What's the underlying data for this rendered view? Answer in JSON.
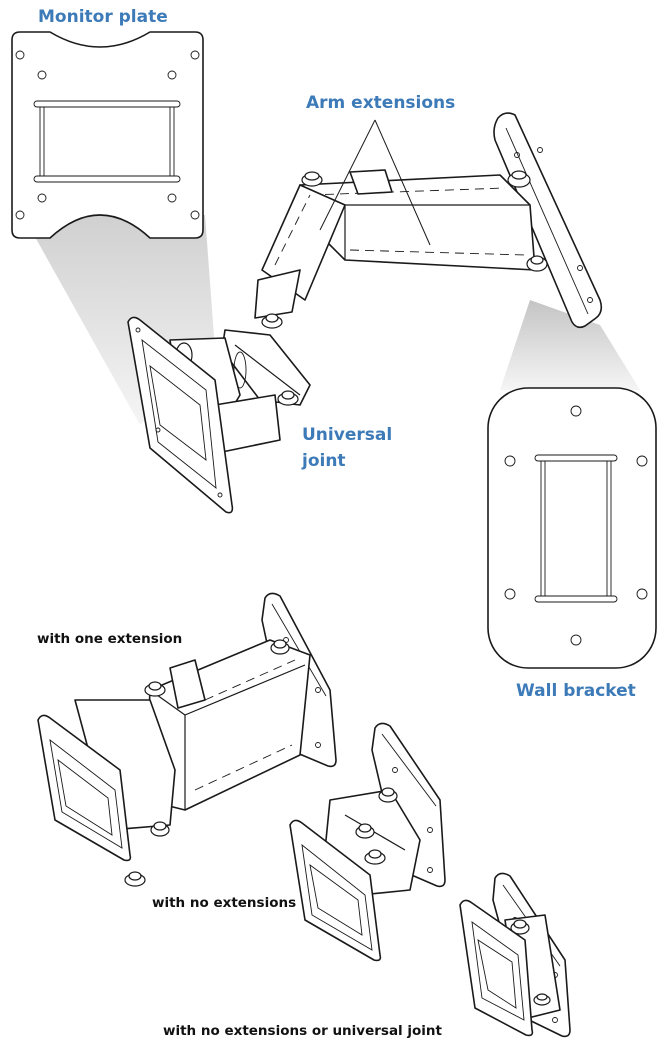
{
  "labels": {
    "monitor_plate": "Monitor plate",
    "arm_extensions": "Arm extensions",
    "universal_joint_line1": "Universal",
    "universal_joint_line2": "joint",
    "wall_bracket": "Wall bracket",
    "with_one_extension": "with one extension",
    "with_no_extensions": "with no extensions",
    "with_no_extensions_or_universal_joint": "with no extensions or universal joint"
  },
  "colors": {
    "label_blue": "#3d7ab8",
    "line": "#1a1a1a",
    "callout_gray": "#c8c8c8"
  }
}
